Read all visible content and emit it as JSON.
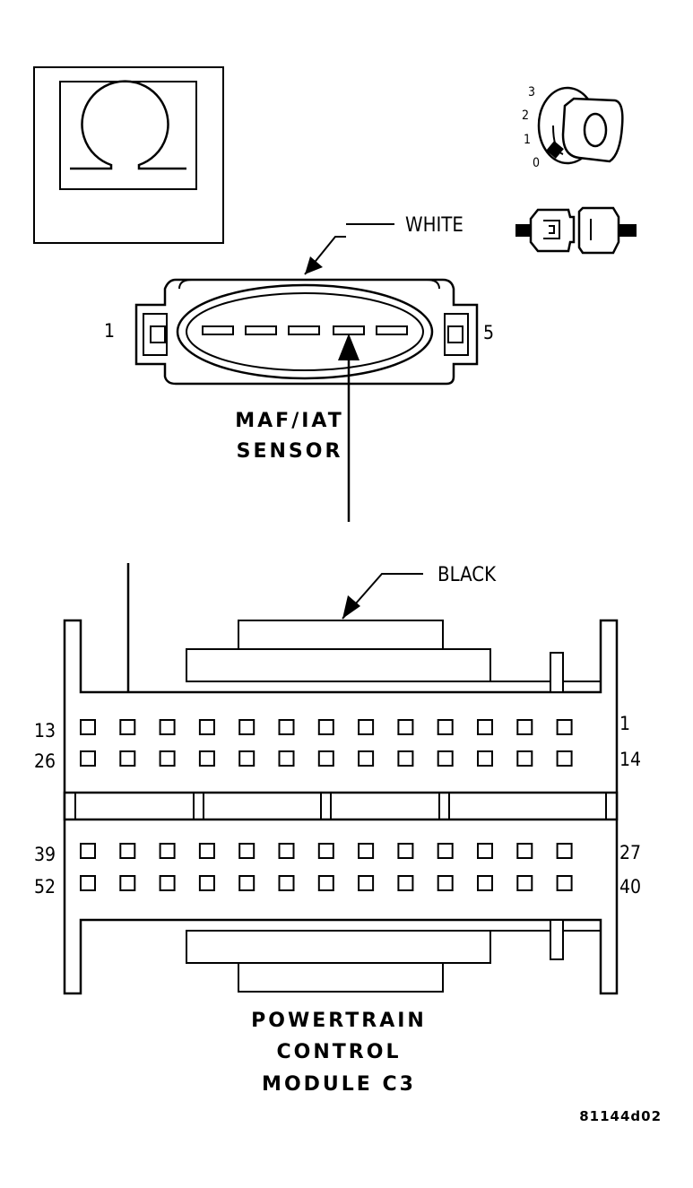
{
  "ohmmeter_icon": {
    "icon": "ohm-symbol-icon"
  },
  "ignition_icon": {
    "icon": "ignition-key-icon",
    "positions": [
      "3",
      "2",
      "1",
      "0"
    ]
  },
  "connector_icon": {
    "icon": "disconnected-connector-icon"
  },
  "maf_connector": {
    "color_label": "WHITE",
    "pin_left": "1",
    "pin_right": "5",
    "name_line1": "MAF/IAT",
    "name_line2": "SENSOR"
  },
  "pcm_connector": {
    "color_label": "BLACK",
    "name_line1": "POWERTRAIN",
    "name_line2": "CONTROL",
    "name_line3": "MODULE C3",
    "row_labels_left": [
      "13",
      "26",
      "39",
      "52"
    ],
    "row_labels_right": [
      "1",
      "14",
      "27",
      "40"
    ]
  },
  "figure_code": "81144d02"
}
